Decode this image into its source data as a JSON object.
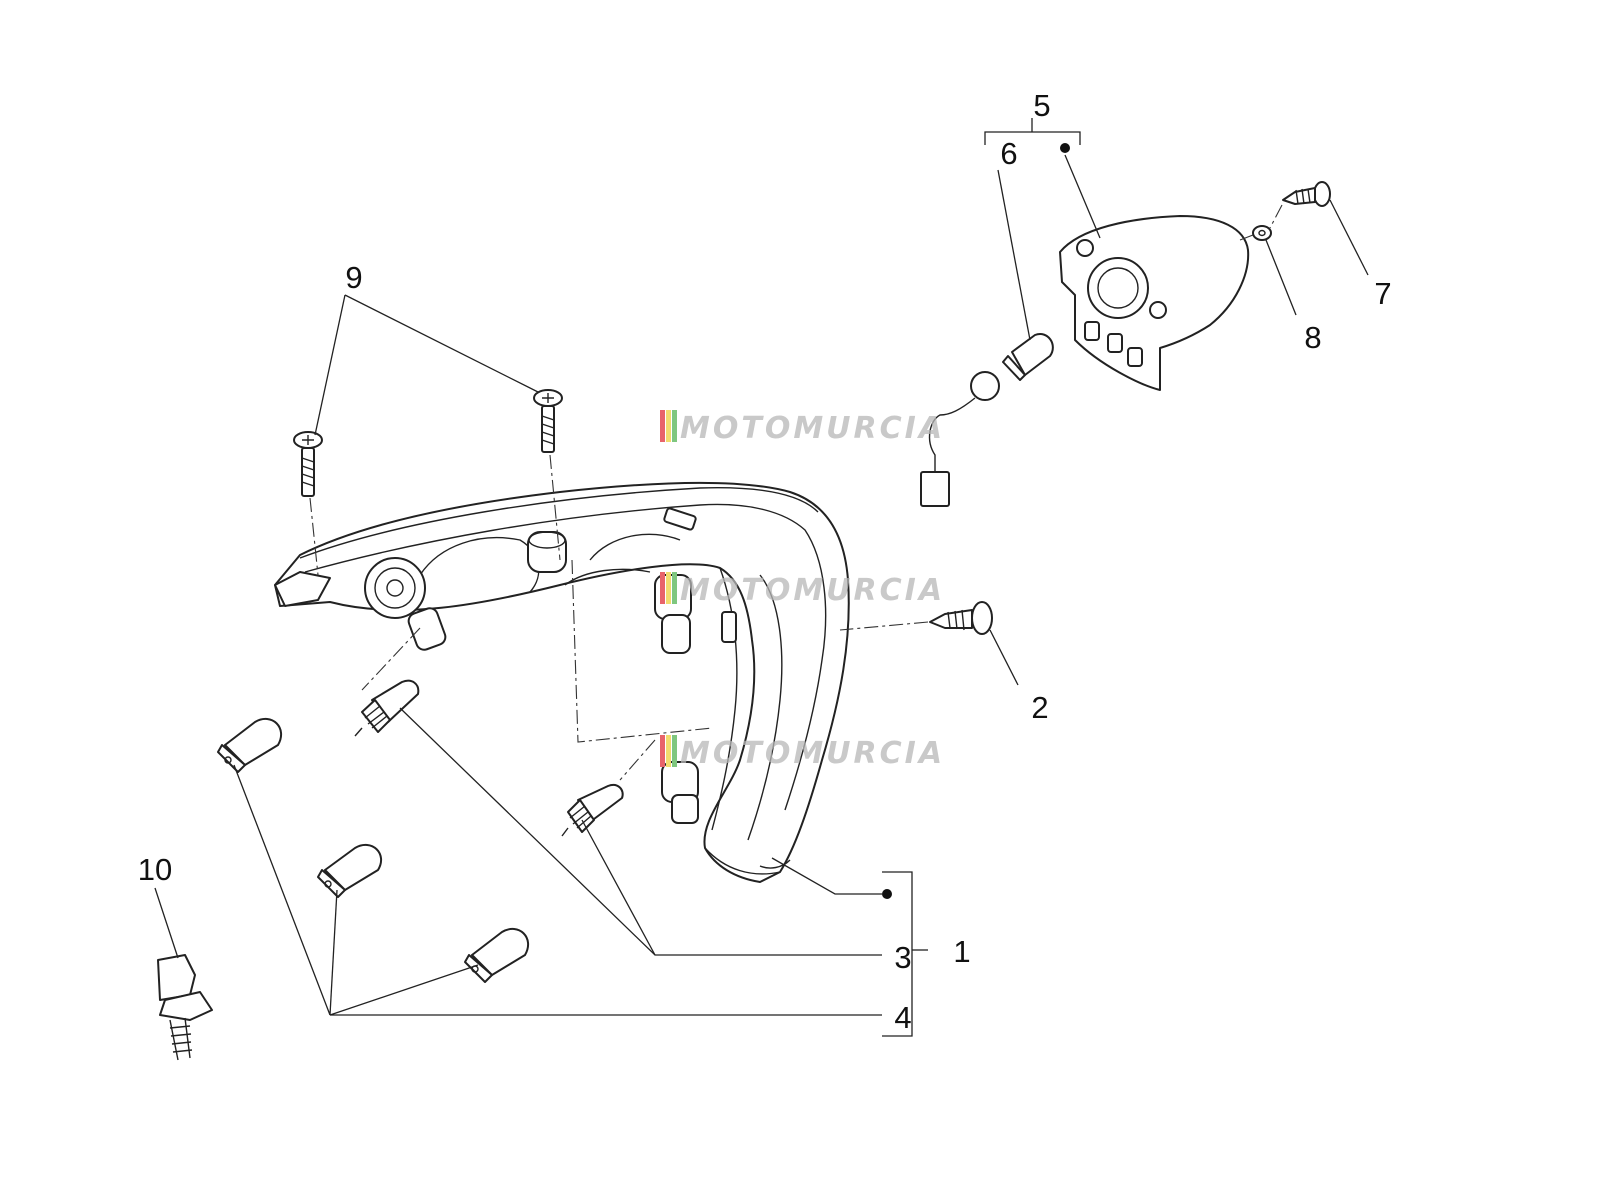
{
  "diagram": {
    "callouts": [
      {
        "id": "c1",
        "text": "1"
      },
      {
        "id": "c2",
        "text": "2"
      },
      {
        "id": "c3",
        "text": "3"
      },
      {
        "id": "c4",
        "text": "4"
      },
      {
        "id": "c5",
        "text": "5"
      },
      {
        "id": "c6",
        "text": "6"
      },
      {
        "id": "c7",
        "text": "7"
      },
      {
        "id": "c8",
        "text": "8"
      },
      {
        "id": "c9",
        "text": "9"
      },
      {
        "id": "c10",
        "text": "10"
      }
    ],
    "watermark": "MOTOMURCIA",
    "colors": {
      "line": "#222222",
      "watermark_text": "#b7b7b7",
      "flag_red": "#e8646a",
      "flag_yellow": "#f2dc6e",
      "flag_green": "#7fc77f"
    }
  }
}
